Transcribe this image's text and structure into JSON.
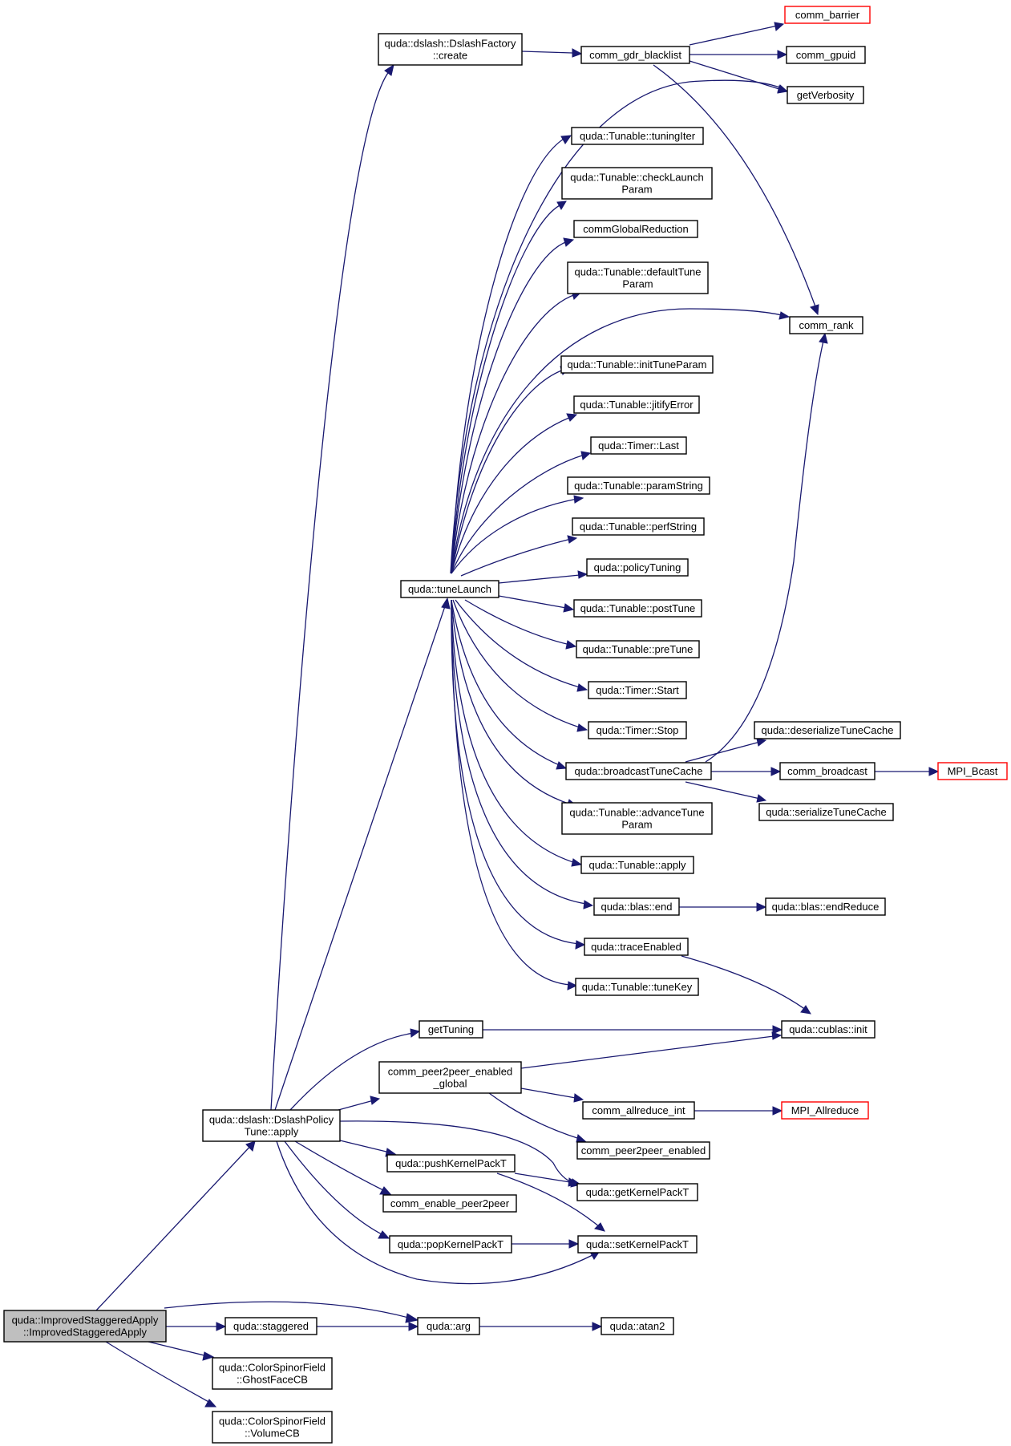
{
  "colors": {
    "edge": "#191970",
    "node_border": "#000000",
    "external_border": "#ff0000",
    "root_fill": "#bfbfbf"
  },
  "nodes": {
    "improvedStaggeredApply": [
      "quda::ImprovedStaggeredApply",
      "::ImprovedStaggeredApply"
    ],
    "dslashPolicyTuneApply": [
      "quda::dslash::DslashPolicy",
      "Tune::apply"
    ],
    "dslashFactoryCreate": [
      "quda::dslash::DslashFactory",
      "::create"
    ],
    "commGdrBlacklist": [
      "comm_gdr_blacklist"
    ],
    "commBarrier": [
      "comm_barrier"
    ],
    "commGpuid": [
      "comm_gpuid"
    ],
    "getVerbosity": [
      "getVerbosity"
    ],
    "commRank": [
      "comm_rank"
    ],
    "tuneLaunch": [
      "quda::tuneLaunch"
    ],
    "tuningIter": [
      "quda::Tunable::tuningIter"
    ],
    "checkLaunchParam": [
      "quda::Tunable::checkLaunch",
      "Param"
    ],
    "commGlobalReduction": [
      "commGlobalReduction"
    ],
    "defaultTuneParam": [
      "quda::Tunable::defaultTune",
      "Param"
    ],
    "initTuneParam": [
      "quda::Tunable::initTuneParam"
    ],
    "jitifyError": [
      "quda::Tunable::jitifyError"
    ],
    "timerLast": [
      "quda::Timer::Last"
    ],
    "paramString": [
      "quda::Tunable::paramString"
    ],
    "perfString": [
      "quda::Tunable::perfString"
    ],
    "policyTuning": [
      "quda::policyTuning"
    ],
    "postTune": [
      "quda::Tunable::postTune"
    ],
    "preTune": [
      "quda::Tunable::preTune"
    ],
    "timerStart": [
      "quda::Timer::Start"
    ],
    "timerStop": [
      "quda::Timer::Stop"
    ],
    "broadcastTuneCache": [
      "quda::broadcastTuneCache"
    ],
    "deserializeTuneCache": [
      "quda::deserializeTuneCache"
    ],
    "commBroadcast": [
      "comm_broadcast"
    ],
    "mpiBcast": [
      "MPI_Bcast"
    ],
    "serializeTuneCache": [
      "quda::serializeTuneCache"
    ],
    "advanceTuneParam": [
      "quda::Tunable::advanceTune",
      "Param"
    ],
    "tunableApply": [
      "quda::Tunable::apply"
    ],
    "blasEnd": [
      "quda::blas::end"
    ],
    "blasEndReduce": [
      "quda::blas::endReduce"
    ],
    "traceEnabled": [
      "quda::traceEnabled"
    ],
    "tuneKey": [
      "quda::Tunable::tuneKey"
    ],
    "getTuning": [
      "getTuning"
    ],
    "cublasInit": [
      "quda::cublas::init"
    ],
    "commP2pEnabledGlobal": [
      "comm_peer2peer_enabled",
      "_global"
    ],
    "commAllreduceInt": [
      "comm_allreduce_int"
    ],
    "mpiAllreduce": [
      "MPI_Allreduce"
    ],
    "commP2pEnabled": [
      "comm_peer2peer_enabled"
    ],
    "pushKernelPackT": [
      "quda::pushKernelPackT"
    ],
    "getKernelPackT": [
      "quda::getKernelPackT"
    ],
    "commEnableP2p": [
      "comm_enable_peer2peer"
    ],
    "popKernelPackT": [
      "quda::popKernelPackT"
    ],
    "setKernelPackT": [
      "quda::setKernelPackT"
    ],
    "staggered": [
      "quda::staggered"
    ],
    "arg": [
      "quda::arg"
    ],
    "atan2": [
      "quda::atan2"
    ],
    "ghostFaceCB": [
      "quda::ColorSpinorField",
      "::GhostFaceCB"
    ],
    "volumeCB": [
      "quda::ColorSpinorField",
      "::VolumeCB"
    ]
  }
}
